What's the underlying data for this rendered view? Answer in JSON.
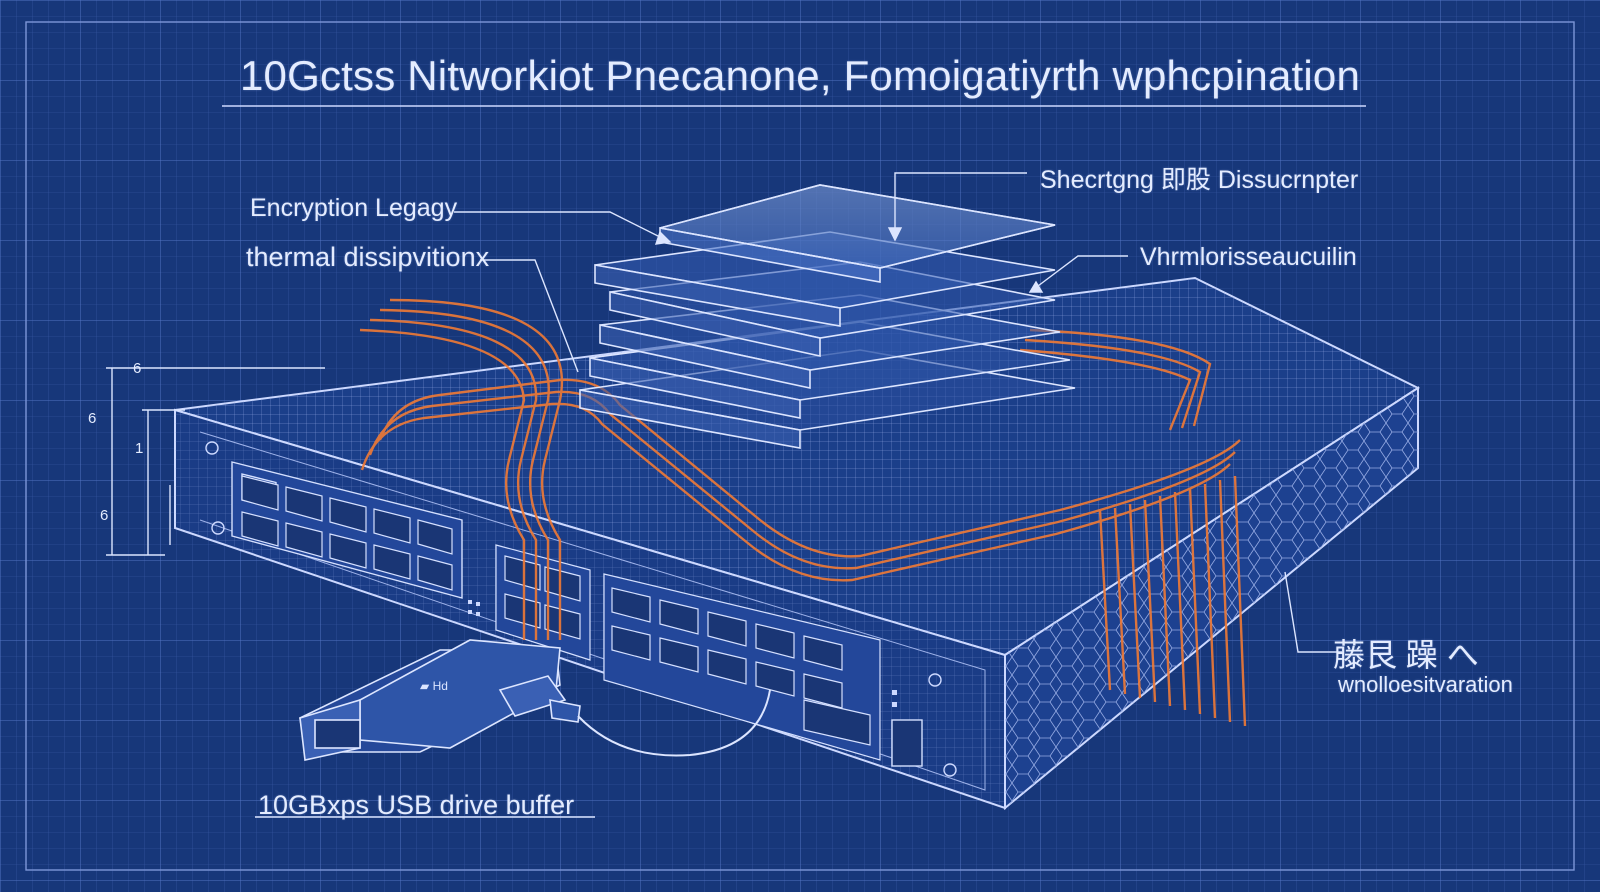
{
  "title": "10Gctss Nitworkiot Pnecanone, Fomoigatiyrth wphcpination",
  "labels": {
    "encryption": "Encryption Legagy",
    "thermal": "thermal dissipvitionx",
    "shielding": "Shecrtgng 即股 Dissucrnpter",
    "vhr": "Vhrmlorisseaucuilin",
    "cjk": "藤艮 躁 へ",
    "ventilation": "wnolloesitvaration",
    "usb": "10GBxps USB drive buffer"
  },
  "dimensions": [
    "6",
    "1",
    "6",
    "6"
  ],
  "colors": {
    "background": "#17377a",
    "grid": "#4f6fb8",
    "line": "#cdd9ff",
    "accent": "#f07a35"
  }
}
